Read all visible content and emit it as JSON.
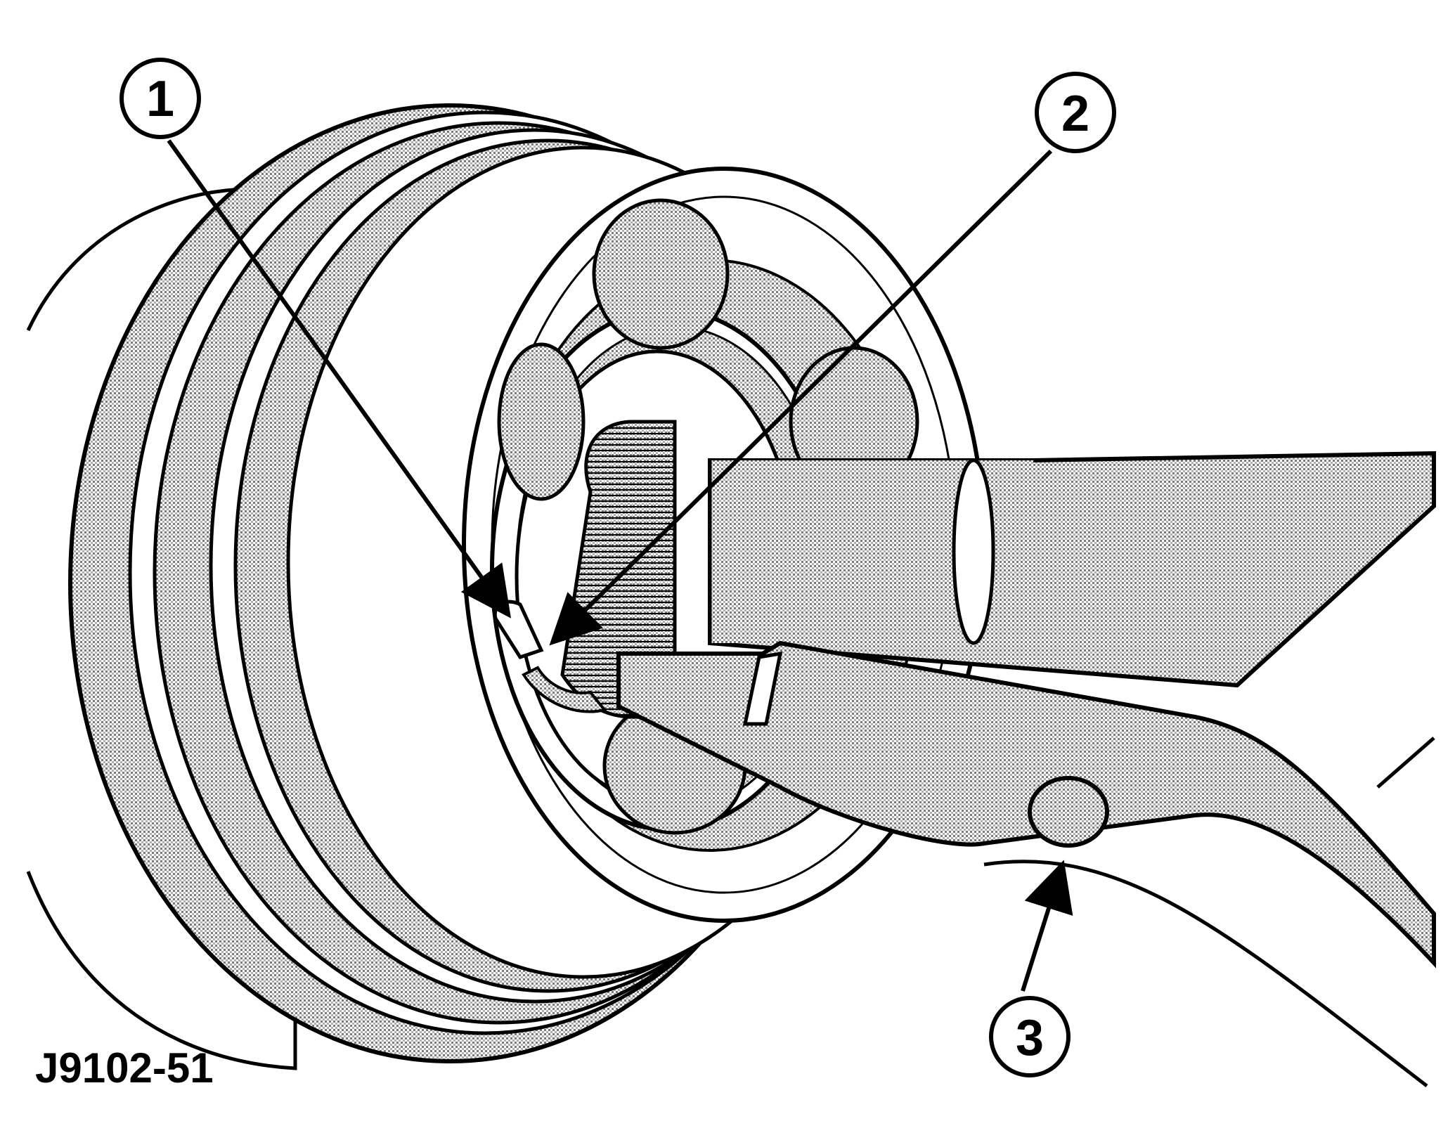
{
  "figure": {
    "id": "J9102-51",
    "colors": {
      "ink": "#000000",
      "paper": "#ffffff",
      "shade": "#9a9a9a"
    },
    "callouts": [
      {
        "number": "1"
      },
      {
        "number": "2"
      },
      {
        "number": "3"
      }
    ]
  }
}
